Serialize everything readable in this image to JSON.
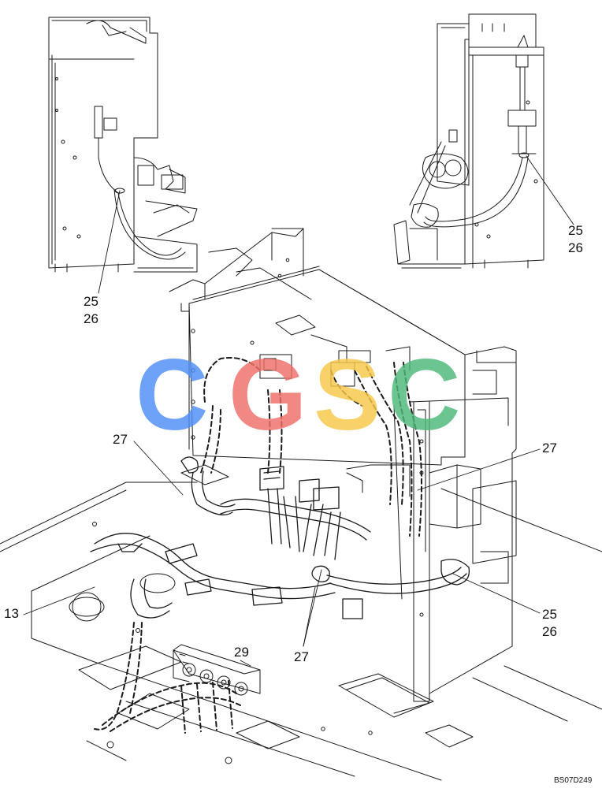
{
  "diagram": {
    "callouts": {
      "c25a": "25",
      "c26a": "26",
      "c25b": "25",
      "c26b": "26",
      "c27a": "27",
      "c27b": "27",
      "c27c": "27",
      "c13": "13",
      "c29": "29",
      "c25c": "25",
      "c26c": "26"
    },
    "drawing_code": "BS07D249",
    "watermark": {
      "letters": [
        "C",
        "G",
        "S",
        "C"
      ],
      "colors": [
        "#4f8ef7",
        "#ef6f68",
        "#f7c948",
        "#4cb97a"
      ]
    },
    "colors": {
      "line": "#1a1a1a",
      "background": "#ffffff"
    }
  }
}
